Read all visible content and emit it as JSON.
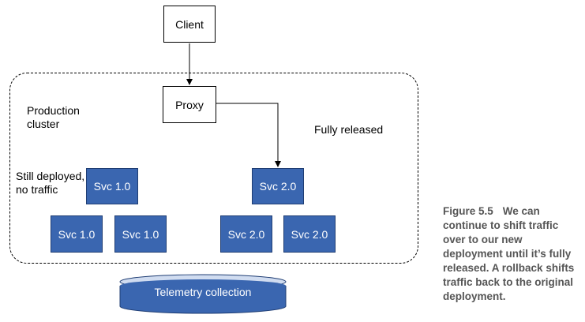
{
  "nodes": {
    "client": "Client",
    "proxy": "Proxy",
    "svc_v2_top": "Svc 2.0",
    "svc_v1_top": "Svc 1.0",
    "svc_v1_a": "Svc 1.0",
    "svc_v1_b": "Svc 1.0",
    "svc_v2_a": "Svc 2.0",
    "svc_v2_b": "Svc 2.0",
    "telemetry": "Telemetry collection"
  },
  "labels": {
    "cluster_line1": "Production",
    "cluster_line2": "cluster",
    "still_line1": "Still deployed,",
    "still_line2": "no traffic",
    "fully_released": "Fully released"
  },
  "caption": {
    "figure_number": "Figure 5.5",
    "text": "We can continue to shift traffic over to our new deployment until it’s fully released. A rollback shifts traffic back to the original deployment."
  },
  "colors": {
    "service_fill": "#3a66b0",
    "caption_text": "#555555"
  }
}
